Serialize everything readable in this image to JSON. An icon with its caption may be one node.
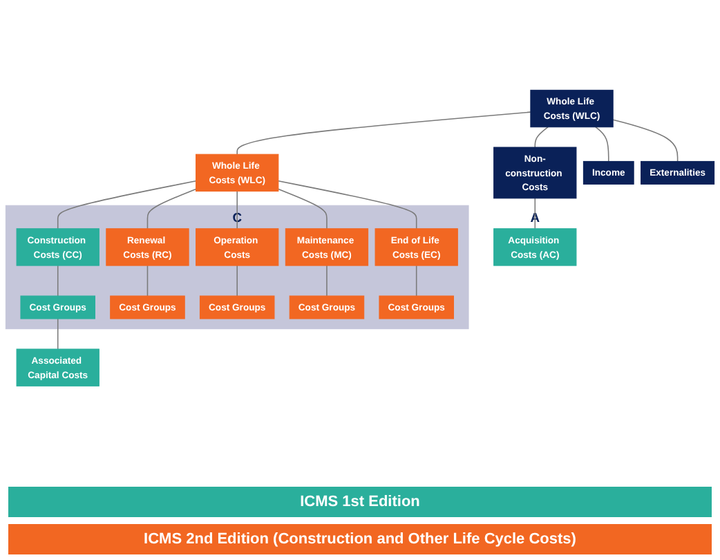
{
  "diagram": {
    "nodes": [
      {
        "text": [
          "Whole Life Costs (WLC)"
        ]
      },
      {
        "text": [
          "Non-construction Costs"
        ]
      },
      {
        "text": [
          "Whole Life Costs (WLC)"
        ]
      },
      {
        "text": [
          "Income"
        ]
      },
      {
        "text": [
          "Externalities"
        ]
      },
      {
        "text": [
          "Acquisition Costs (AC)"
        ],
        "beside": [
          "A"
        ]
      },
      {
        "text": [
          "C"
        ]
      },
      {
        "text": [
          "Construction Costs (CC)"
        ],
        "in": 6
      },
      {
        "text": [
          "Renewal Costs (RC)"
        ],
        "in": 6
      },
      {
        "text": [
          "Operation Costs"
        ],
        "in": 6
      },
      {
        "text": [
          "Maintenance Costs (MC)"
        ],
        "in": 6
      },
      {
        "text": [
          "End of Life Costs (EC)"
        ],
        "in": 6
      },
      {
        "text": [
          "Cost Groups"
        ],
        "in": 6
      },
      {
        "text": [
          "Cost Groups"
        ],
        "in": 6
      },
      {
        "text": [
          "Cost Groups"
        ],
        "in": 6
      },
      {
        "text": [
          "Cost Groups"
        ],
        "in": 6
      },
      {
        "text": [
          "Cost Groups"
        ],
        "in": 6
      },
      {
        "text": [
          "Associated Capital Costs"
        ]
      }
    ],
    "edges": [
      {
        "from": 0,
        "to": 1,
        "arrow": "none"
      },
      {
        "from": 0,
        "to": 2,
        "arrow": "none"
      },
      {
        "from": 0,
        "to": 3,
        "arrow": "none"
      },
      {
        "from": 0,
        "to": 4,
        "arrow": "none"
      },
      {
        "from": 1,
        "to": 5,
        "arrow": "none"
      },
      {
        "from": 2,
        "to": 7,
        "arrow": "none"
      },
      {
        "from": 2,
        "to": 8,
        "arrow": "none"
      },
      {
        "from": 2,
        "to": 9,
        "arrow": "none"
      },
      {
        "from": 2,
        "to": 10,
        "arrow": "none"
      },
      {
        "from": 2,
        "to": 11,
        "arrow": "none"
      },
      {
        "from": 7,
        "to": 12,
        "arrow": "none"
      },
      {
        "from": 8,
        "to": 13,
        "arrow": "none"
      },
      {
        "from": 9,
        "to": 14,
        "arrow": "none"
      },
      {
        "from": 10,
        "to": 15,
        "arrow": "none"
      },
      {
        "from": 11,
        "to": 16,
        "arrow": "none"
      },
      {
        "from": 12,
        "to": 17,
        "arrow": "none"
      }
    ],
    "legend": [
      {
        "text": "ICMS 1st Edition",
        "color": "#2aaf9c"
      },
      {
        "text": "ICMS 2nd Edition (Construction and Other Life Cycle Costs)",
        "color": "#f26722"
      }
    ]
  }
}
